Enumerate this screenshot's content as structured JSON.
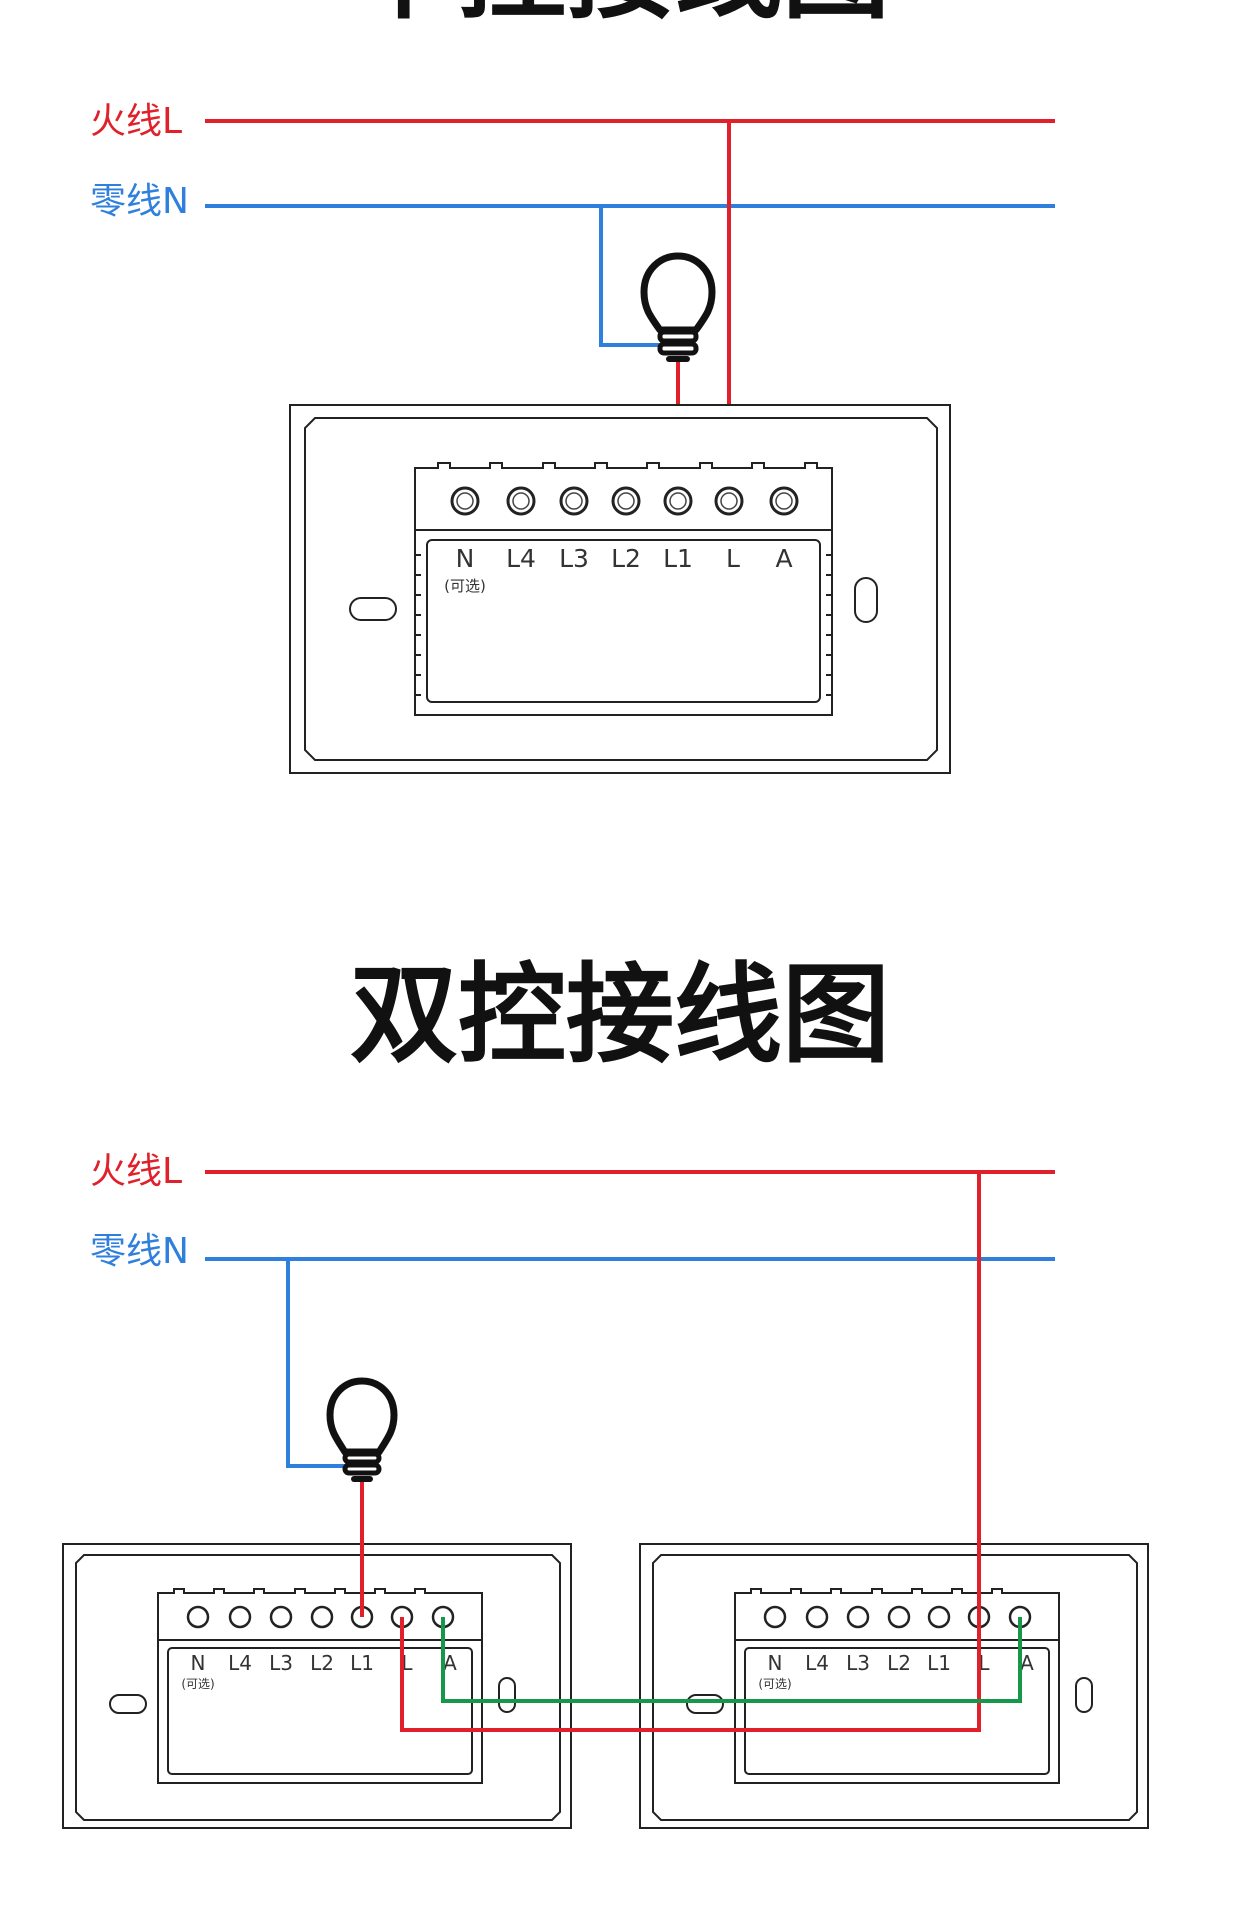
{
  "top_section": {
    "title": "单控接线图",
    "live_label": "火线L",
    "neutral_label": "零线N",
    "switch": {
      "terminals": [
        "N",
        "L4",
        "L3",
        "L2",
        "L1",
        "L",
        "A"
      ],
      "optional_note": "(可选)"
    }
  },
  "bottom_section": {
    "title": "双控接线图",
    "live_label": "火线L",
    "neutral_label": "零线N",
    "switch_left": {
      "terminals": [
        "N",
        "L4",
        "L3",
        "L2",
        "L1",
        "L",
        "A"
      ],
      "optional_note": "(可选)"
    },
    "switch_right": {
      "terminals": [
        "N",
        "L4",
        "L3",
        "L2",
        "L1",
        "L",
        "A"
      ],
      "optional_note": "(可选)"
    }
  },
  "colors": {
    "live_wire": "#e0202a",
    "neutral_wire": "#2f7fdc",
    "traveler_wire": "#17974a",
    "outline": "#222222"
  }
}
